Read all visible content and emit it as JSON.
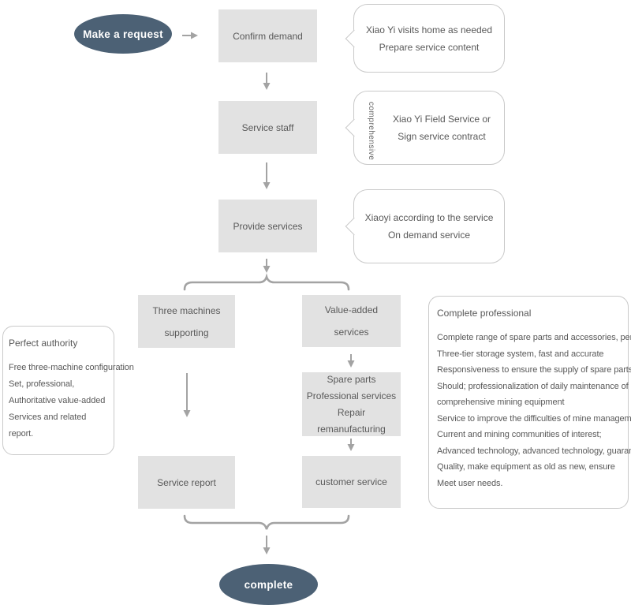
{
  "colors": {
    "terminal_fill": "#4c6175",
    "terminal_text": "#ffffff",
    "node_fill": "#e2e2e2",
    "node_text": "#595959",
    "border": "#c9c9c9",
    "arrow": "#a3a3a3"
  },
  "terminals": {
    "start": "Make a request",
    "end": "complete"
  },
  "nodes": [
    {
      "id": "confirm-demand",
      "lines": [
        "Confirm demand"
      ]
    },
    {
      "id": "service-staff",
      "lines": [
        "Service staff"
      ]
    },
    {
      "id": "provide-services",
      "lines": [
        "Provide services"
      ]
    },
    {
      "id": "three-machines",
      "lines": [
        "Three machines",
        "supporting"
      ]
    },
    {
      "id": "value-added",
      "lines": [
        "Value-added",
        "services"
      ]
    },
    {
      "id": "spare-parts",
      "lines": [
        "Spare parts",
        "Professional services",
        "Repair remanufacturing"
      ]
    },
    {
      "id": "service-report",
      "lines": [
        "Service report"
      ]
    },
    {
      "id": "customer-service",
      "lines": [
        "customer service"
      ]
    }
  ],
  "callouts": [
    {
      "lines": [
        "Xiao Yi visits home as needed",
        "Prepare service content"
      ]
    },
    {
      "side_label": "comprehensive",
      "lines": [
        "Xiao Yi Field Service or",
        "Sign service contract"
      ]
    },
    {
      "lines": [
        "Xiaoyi according to the service",
        "On demand service"
      ]
    }
  ],
  "info_left": {
    "title": "Perfect authority",
    "lines": [
      "Free three-machine configuration",
      "Set, professional,",
      "Authoritative value-added",
      "Services and related",
      "report."
    ]
  },
  "info_right": {
    "title": "Complete professional",
    "lines": [
      "Complete range of spare parts and accessories, perfect",
      "Three-tier storage system, fast and accurate",
      "Responsiveness to ensure the supply of spare parts",
      "Should; professionalization of daily maintenance of",
      "comprehensive mining equipment",
      "Service to improve the difficulties of mine management",
      "Current and mining communities of interest;",
      "Advanced technology, advanced technology, guarantee",
      "Quality, make equipment as old as new, ensure",
      "Meet user needs."
    ]
  }
}
